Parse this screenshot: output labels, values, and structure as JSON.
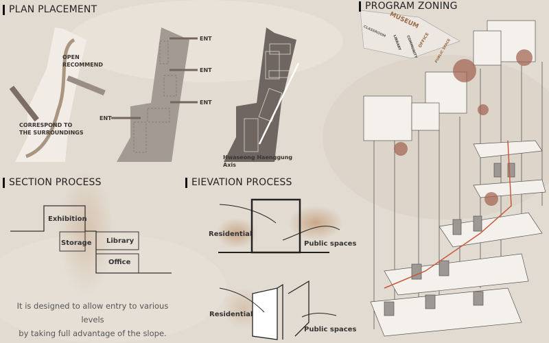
{
  "sections": {
    "plan_placement": "PLAN PLACEMENT",
    "program_zoning": "PROGRAM ZONING",
    "section_process": "SECTION PROCESS",
    "elevation_process": "EIEVATION PROCESS"
  },
  "plan": {
    "open_label": "OPEN",
    "recommend_label": "RECOMMEND",
    "correspond_label": "CORRESPOND TO",
    "surroundings_label": "THE SURROUNDINGS",
    "ent_label": "ENT",
    "axis_label_1": "Hwaseong Haenggung",
    "axis_label_2": "Axis"
  },
  "zoning": {
    "inset_labels": [
      "MUSEUM",
      "CLASSROOM",
      "LIBRARY",
      "COMMUNITY",
      "OFFICE",
      "PUBLIC SPACE"
    ],
    "zone_color": "#a0604e"
  },
  "section": {
    "boxes": [
      "Exhibition",
      "Storage",
      "Library",
      "Office"
    ],
    "caption_line1": "It is designed to allow entry to various levels",
    "caption_line2": "by taking full advantage of the slope."
  },
  "elevation": {
    "residential": "Residential",
    "public_spaces": "Public spaces"
  }
}
